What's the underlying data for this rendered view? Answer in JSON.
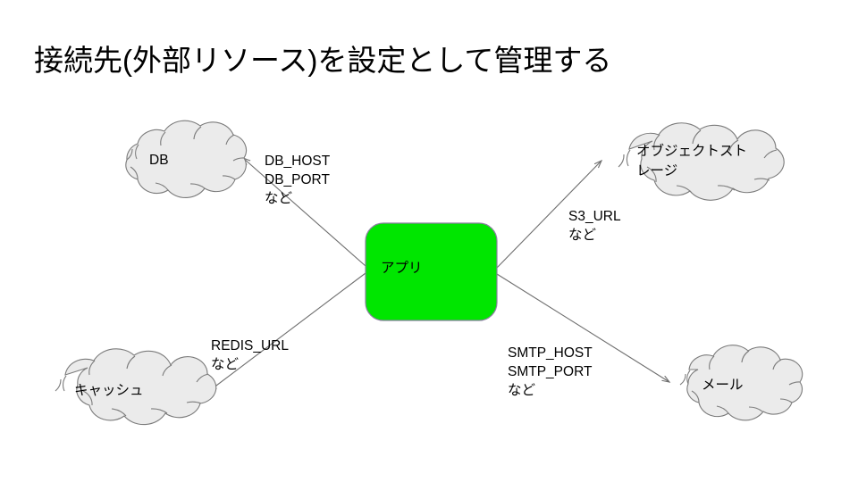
{
  "slide": {
    "title": "接続先(外部リソース)を設定として管理する",
    "background_color": "#ffffff"
  },
  "center_node": {
    "label": "アプリ",
    "fill_color": "#00e600",
    "border_color": "#8a7fa0"
  },
  "cloud_fill_color": "#ebebeb",
  "cloud_stroke_color": "#7b7b7b",
  "connector_color": "#6e6e6e",
  "nodes": [
    {
      "id": "db",
      "label_line1": "DB",
      "label_line2": "",
      "position": "top-left"
    },
    {
      "id": "object-storage",
      "label_line1": "オブジェクトスト",
      "label_line2": "レージ",
      "position": "top-right"
    },
    {
      "id": "cache",
      "label_line1": "キャッシュ",
      "label_line2": "",
      "position": "bottom-left"
    },
    {
      "id": "mail",
      "label_line1": "メール",
      "label_line2": "",
      "position": "bottom-right"
    }
  ],
  "edges": [
    {
      "id": "app-to-db",
      "from": "app",
      "to": "db",
      "line1": "DB_HOST",
      "line2": "DB_PORT",
      "line3": "など"
    },
    {
      "id": "app-to-object-storage",
      "from": "app",
      "to": "object-storage",
      "line1": "S3_URL",
      "line2": "など",
      "line3": ""
    },
    {
      "id": "app-to-cache",
      "from": "app",
      "to": "cache",
      "line1": "REDIS_URL",
      "line2": "など",
      "line3": ""
    },
    {
      "id": "app-to-mail",
      "from": "app",
      "to": "mail",
      "line1": "SMTP_HOST",
      "line2": "SMTP_PORT",
      "line3": "など"
    }
  ]
}
